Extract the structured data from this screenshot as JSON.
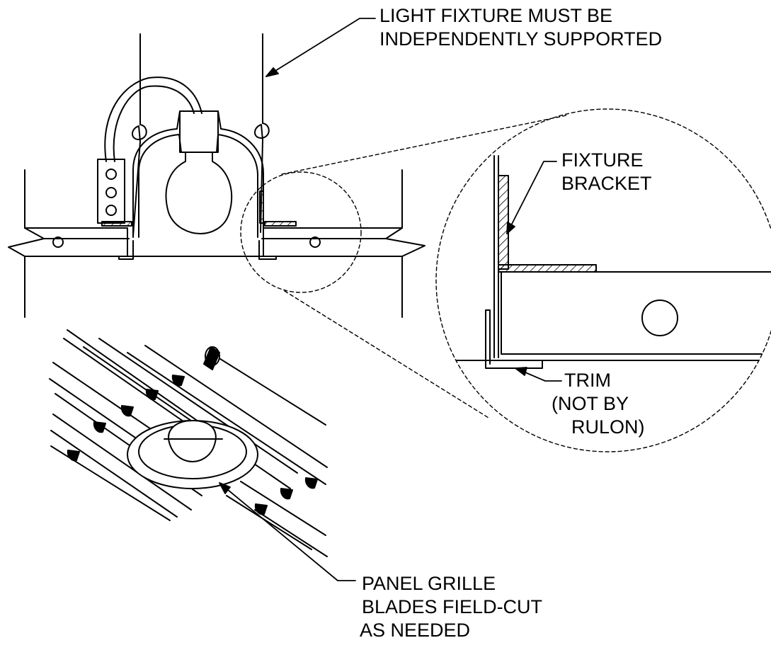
{
  "callouts": {
    "light_fixture": {
      "line1": "LIGHT FIXTURE MUST BE",
      "line2": "INDEPENDENTLY SUPPORTED"
    },
    "fixture_bracket": {
      "line1": "FIXTURE",
      "line2": "BRACKET"
    },
    "trim": {
      "line1": "TRIM",
      "line2": "(NOT BY",
      "line3": "RULON)"
    },
    "panel_grille": {
      "line1": "PANEL GRILLE",
      "line2": "BLADES FIELD-CUT",
      "line3": "AS NEEDED"
    }
  }
}
